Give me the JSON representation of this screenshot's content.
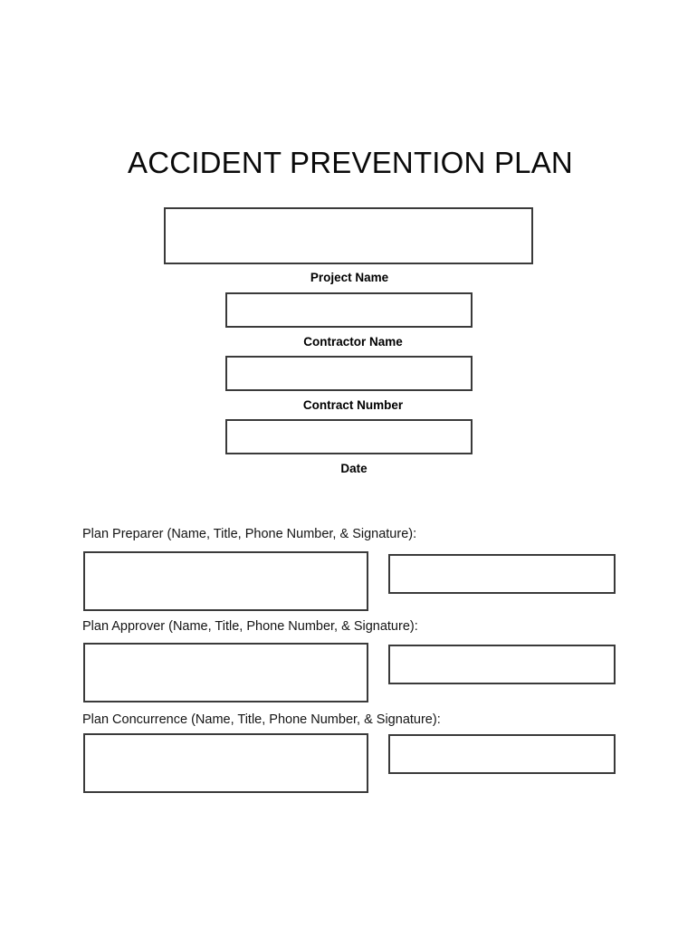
{
  "document": {
    "title": "ACCIDENT PREVENTION PLAN"
  },
  "header_fields": [
    {
      "name": "project-name",
      "caption": "Project Name",
      "value": ""
    },
    {
      "name": "contractor-name",
      "caption": "Contractor Name",
      "value": ""
    },
    {
      "name": "contract-number",
      "caption": "Contract Number",
      "value": ""
    },
    {
      "name": "date",
      "caption": "Date",
      "value": ""
    }
  ],
  "signature_sections": [
    {
      "name": "plan-preparer",
      "label": "Plan Preparer (Name, Title, Phone Number, & Signature):",
      "details_value": "",
      "signature_value": ""
    },
    {
      "name": "plan-approver",
      "label": "Plan Approver (Name, Title, Phone Number, & Signature):",
      "details_value": "",
      "signature_value": ""
    },
    {
      "name": "plan-concurrence",
      "label": "Plan Concurrence (Name, Title, Phone Number, & Signature):",
      "details_value": "",
      "signature_value": ""
    }
  ],
  "style": {
    "border_color": "#3a3a3a",
    "page_background": "#ffffff",
    "text_color": "#000000"
  }
}
